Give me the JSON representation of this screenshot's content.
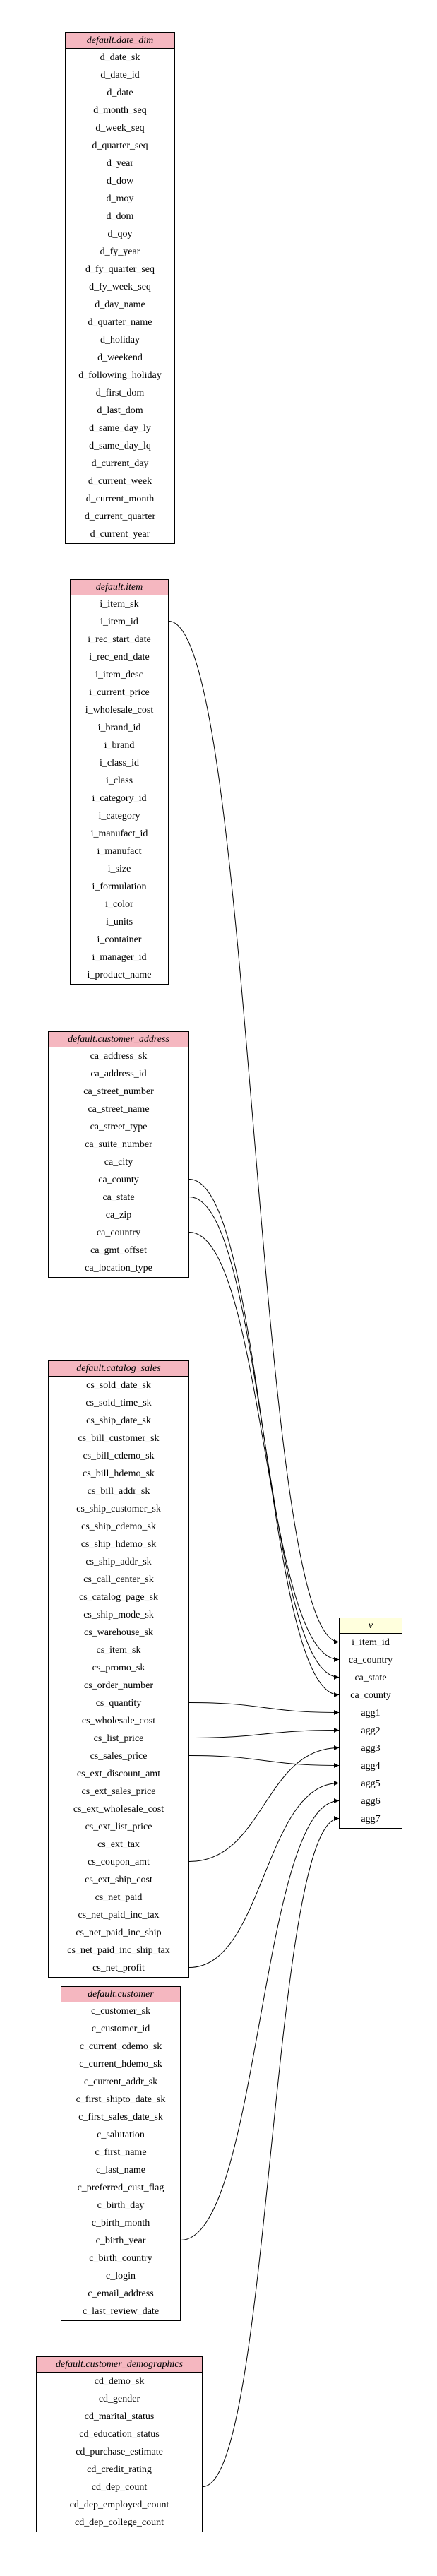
{
  "colors": {
    "source_header": "#f5b7c0",
    "target_header": "#ffffdd",
    "edge": "#000000"
  },
  "tables": [
    {
      "id": "date_dim",
      "name": "default.date_dim",
      "columns": [
        "d_date_sk",
        "d_date_id",
        "d_date",
        "d_month_seq",
        "d_week_seq",
        "d_quarter_seq",
        "d_year",
        "d_dow",
        "d_moy",
        "d_dom",
        "d_qoy",
        "d_fy_year",
        "d_fy_quarter_seq",
        "d_fy_week_seq",
        "d_day_name",
        "d_quarter_name",
        "d_holiday",
        "d_weekend",
        "d_following_holiday",
        "d_first_dom",
        "d_last_dom",
        "d_same_day_ly",
        "d_same_day_lq",
        "d_current_day",
        "d_current_week",
        "d_current_month",
        "d_current_quarter",
        "d_current_year"
      ]
    },
    {
      "id": "item",
      "name": "default.item",
      "columns": [
        "i_item_sk",
        "i_item_id",
        "i_rec_start_date",
        "i_rec_end_date",
        "i_item_desc",
        "i_current_price",
        "i_wholesale_cost",
        "i_brand_id",
        "i_brand",
        "i_class_id",
        "i_class",
        "i_category_id",
        "i_category",
        "i_manufact_id",
        "i_manufact",
        "i_size",
        "i_formulation",
        "i_color",
        "i_units",
        "i_container",
        "i_manager_id",
        "i_product_name"
      ]
    },
    {
      "id": "customer_address",
      "name": "default.customer_address",
      "columns": [
        "ca_address_sk",
        "ca_address_id",
        "ca_street_number",
        "ca_street_name",
        "ca_street_type",
        "ca_suite_number",
        "ca_city",
        "ca_county",
        "ca_state",
        "ca_zip",
        "ca_country",
        "ca_gmt_offset",
        "ca_location_type"
      ]
    },
    {
      "id": "catalog_sales",
      "name": "default.catalog_sales",
      "columns": [
        "cs_sold_date_sk",
        "cs_sold_time_sk",
        "cs_ship_date_sk",
        "cs_bill_customer_sk",
        "cs_bill_cdemo_sk",
        "cs_bill_hdemo_sk",
        "cs_bill_addr_sk",
        "cs_ship_customer_sk",
        "cs_ship_cdemo_sk",
        "cs_ship_hdemo_sk",
        "cs_ship_addr_sk",
        "cs_call_center_sk",
        "cs_catalog_page_sk",
        "cs_ship_mode_sk",
        "cs_warehouse_sk",
        "cs_item_sk",
        "cs_promo_sk",
        "cs_order_number",
        "cs_quantity",
        "cs_wholesale_cost",
        "cs_list_price",
        "cs_sales_price",
        "cs_ext_discount_amt",
        "cs_ext_sales_price",
        "cs_ext_wholesale_cost",
        "cs_ext_list_price",
        "cs_ext_tax",
        "cs_coupon_amt",
        "cs_ext_ship_cost",
        "cs_net_paid",
        "cs_net_paid_inc_tax",
        "cs_net_paid_inc_ship",
        "cs_net_paid_inc_ship_tax",
        "cs_net_profit"
      ]
    },
    {
      "id": "customer",
      "name": "default.customer",
      "columns": [
        "c_customer_sk",
        "c_customer_id",
        "c_current_cdemo_sk",
        "c_current_hdemo_sk",
        "c_current_addr_sk",
        "c_first_shipto_date_sk",
        "c_first_sales_date_sk",
        "c_salutation",
        "c_first_name",
        "c_last_name",
        "c_preferred_cust_flag",
        "c_birth_day",
        "c_birth_month",
        "c_birth_year",
        "c_birth_country",
        "c_login",
        "c_email_address",
        "c_last_review_date"
      ]
    },
    {
      "id": "customer_demographics",
      "name": "default.customer_demographics",
      "columns": [
        "cd_demo_sk",
        "cd_gender",
        "cd_marital_status",
        "cd_education_status",
        "cd_purchase_estimate",
        "cd_credit_rating",
        "cd_dep_count",
        "cd_dep_employed_count",
        "cd_dep_college_count"
      ]
    },
    {
      "id": "v",
      "name": "v",
      "columns": [
        "i_item_id",
        "ca_country",
        "ca_state",
        "ca_county",
        "agg1",
        "agg2",
        "agg3",
        "agg4",
        "agg5",
        "agg6",
        "agg7"
      ]
    }
  ],
  "edges": [
    {
      "from": [
        "item",
        "i_item_id"
      ],
      "to": [
        "v",
        "i_item_id"
      ]
    },
    {
      "from": [
        "customer_address",
        "ca_county"
      ],
      "to": [
        "v",
        "ca_county"
      ]
    },
    {
      "from": [
        "customer_address",
        "ca_state"
      ],
      "to": [
        "v",
        "ca_state"
      ]
    },
    {
      "from": [
        "customer_address",
        "ca_country"
      ],
      "to": [
        "v",
        "ca_country"
      ]
    },
    {
      "from": [
        "catalog_sales",
        "cs_quantity"
      ],
      "to": [
        "v",
        "agg1"
      ]
    },
    {
      "from": [
        "catalog_sales",
        "cs_list_price"
      ],
      "to": [
        "v",
        "agg2"
      ]
    },
    {
      "from": [
        "catalog_sales",
        "cs_sales_price"
      ],
      "to": [
        "v",
        "agg4"
      ]
    },
    {
      "from": [
        "catalog_sales",
        "cs_coupon_amt"
      ],
      "to": [
        "v",
        "agg3"
      ]
    },
    {
      "from": [
        "catalog_sales",
        "cs_net_profit"
      ],
      "to": [
        "v",
        "agg5"
      ]
    },
    {
      "from": [
        "customer",
        "c_birth_year"
      ],
      "to": [
        "v",
        "agg6"
      ]
    },
    {
      "from": [
        "customer_demographics",
        "cd_dep_count"
      ],
      "to": [
        "v",
        "agg7"
      ]
    }
  ]
}
